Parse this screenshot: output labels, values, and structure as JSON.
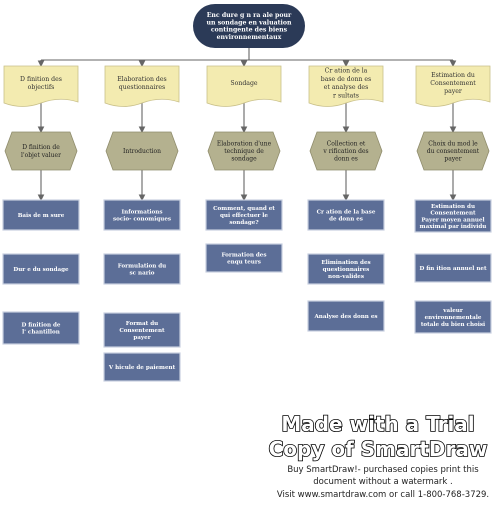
{
  "root": {
    "lines": [
      "Enc dure g  n ra ale pour",
      "un sondage en  valuation",
      "contingente des biens",
      "environnementaux"
    ]
  },
  "columns": [
    {
      "flag": [
        "D  finition des",
        "objectifs"
      ],
      "hex": [
        "D  finition de",
        "l'objet     valuer"
      ],
      "boxes": [
        [
          "Bais   de m  sure"
        ],
        [
          "Dur  e du sondage"
        ],
        [
          "D  finition de",
          "l'  chantillon"
        ]
      ]
    },
    {
      "flag": [
        "Elaboration des",
        "questionnaires"
      ],
      "hex": [
        "Introduction"
      ],
      "boxes": [
        [
          "Informations",
          "socio-  conomiques"
        ],
        [
          "Formulation du",
          "sc  nario"
        ],
        [
          "Format du",
          "Consentement",
          "payer"
        ],
        [
          "V  hicule de paiement"
        ]
      ]
    },
    {
      "flag": [
        "Sondage"
      ],
      "hex": [
        "Elaboration d'une",
        "technique de",
        "sondage"
      ],
      "boxes": [
        [
          "Comment, quand et",
          "qui effectuer le",
          "sondage?"
        ],
        [
          "Formation des",
          "enqu  teurs"
        ]
      ]
    },
    {
      "flag": [
        "Cr  ation de la",
        "base de donn  es",
        "et analyse des",
        "r  sultats"
      ],
      "hex": [
        "Collection et",
        "v  rification des",
        "donn  es"
      ],
      "boxes": [
        [
          "Cr  ation de la base",
          "de donn  es"
        ],
        [
          "Elimination des",
          "questionnaires",
          "non-valides"
        ],
        [
          "Analyse des donn  es"
        ]
      ]
    },
    {
      "flag": [
        "Estimation du",
        "Consentement",
        "payer"
      ],
      "hex": [
        "Choix du mod  le",
        "du consentement",
        "payer"
      ],
      "boxes": [
        [
          "Estimation du",
          "Consentement",
          "Payer moyen annuel",
          "maximal par individu"
        ],
        [
          "D  fin ition annuel net"
        ],
        [
          "valeur",
          "environnementale",
          "totale du bien choisi"
        ]
      ]
    }
  ],
  "watermark": {
    "line1": "Made with a Trial",
    "line2": "Copy of SmartDraw",
    "line3": "Buy SmartDraw!- purchased copies print this",
    "line4": "document without a watermark .",
    "line5": "Visit www.smartdraw.com or call 1-800-768-3729."
  },
  "colors": {
    "root_fill": "#2b3a57",
    "flag_fill": "#f3ebb0",
    "hex_fill": "#b4b18f",
    "box_fill": "#5c6e97",
    "connector": "#666666"
  }
}
